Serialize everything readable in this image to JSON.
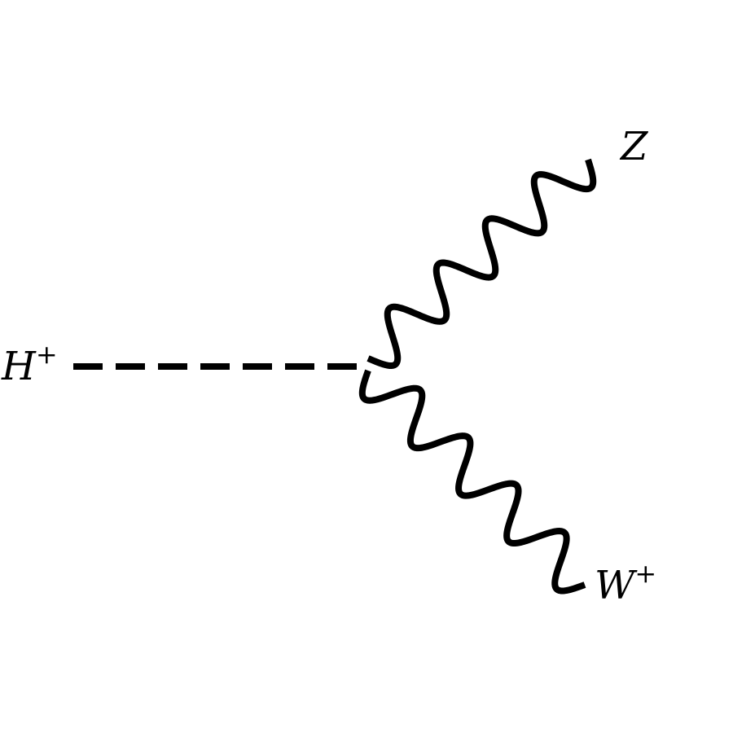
{
  "diagram": {
    "incoming": {
      "label": "H",
      "charge": "+",
      "line_style": "dashed"
    },
    "outgoing_top": {
      "label": "Z",
      "charge": "",
      "line_style": "wavy"
    },
    "outgoing_bottom": {
      "label": "W",
      "charge": "+",
      "line_style": "wavy"
    }
  },
  "colors": {
    "line": "#000000",
    "background": "#ffffff"
  }
}
